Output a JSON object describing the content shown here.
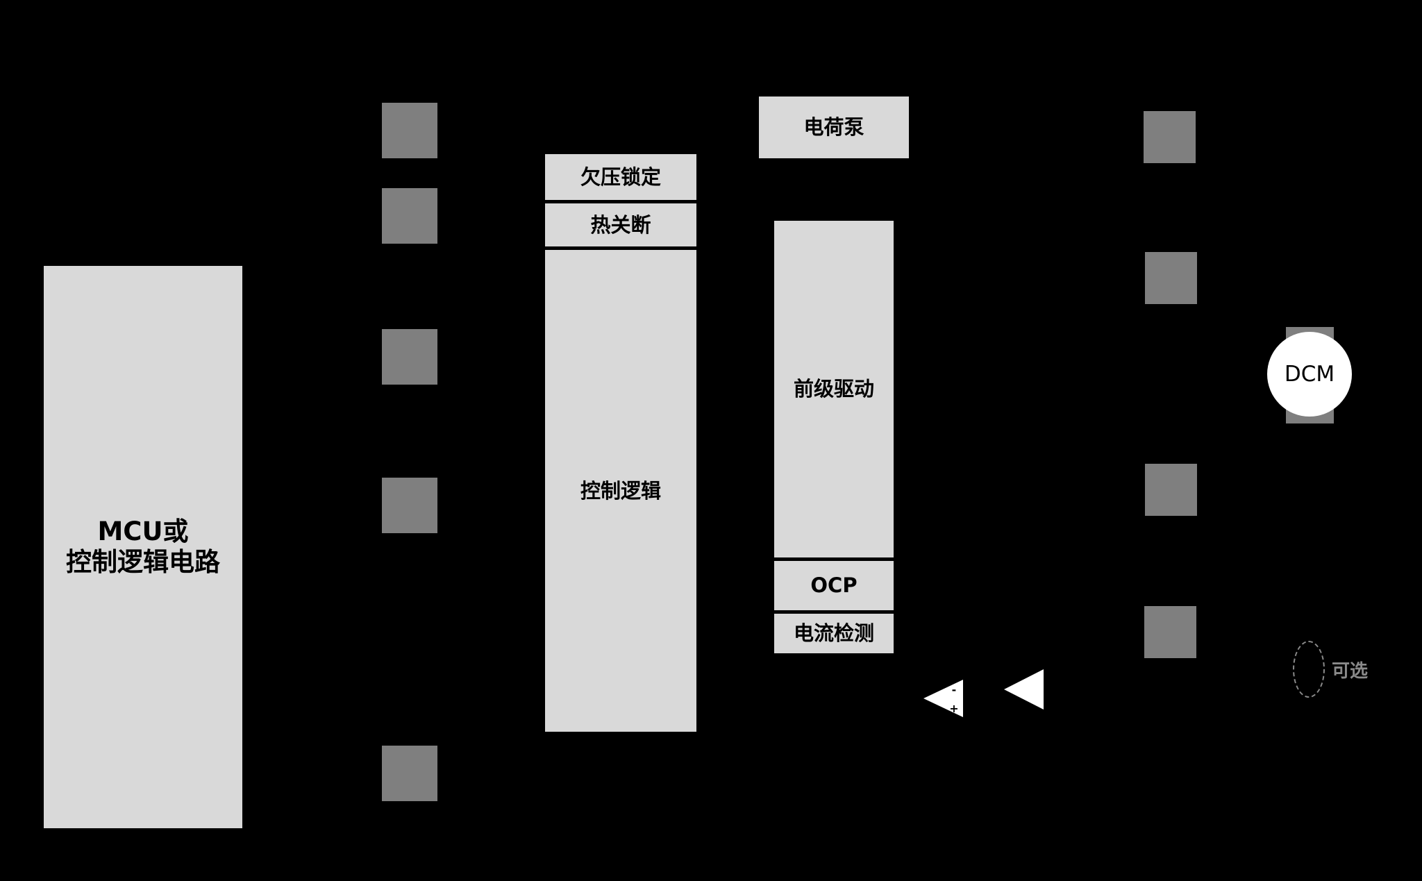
{
  "mcu": {
    "line1": "MCU或",
    "line2": "控制逻辑电路"
  },
  "control": {
    "uvlo": "欠压锁定",
    "thermal": "热关断",
    "logic": "控制逻辑"
  },
  "driver": {
    "charge_pump": "电荷泵",
    "predriver": "前级驱动",
    "ocp": "OCP",
    "current_sense": "电流检测"
  },
  "motor": {
    "label": "DCM"
  },
  "amp": {
    "minus": "-",
    "plus": "+"
  },
  "legend": {
    "optional": "可选"
  },
  "colors": {
    "background": "#000000",
    "block_fill": "#d9d9d9",
    "pin_fill": "#7f7f7f",
    "motor_fill": "#ffffff",
    "legend": "#8a8a8a"
  }
}
